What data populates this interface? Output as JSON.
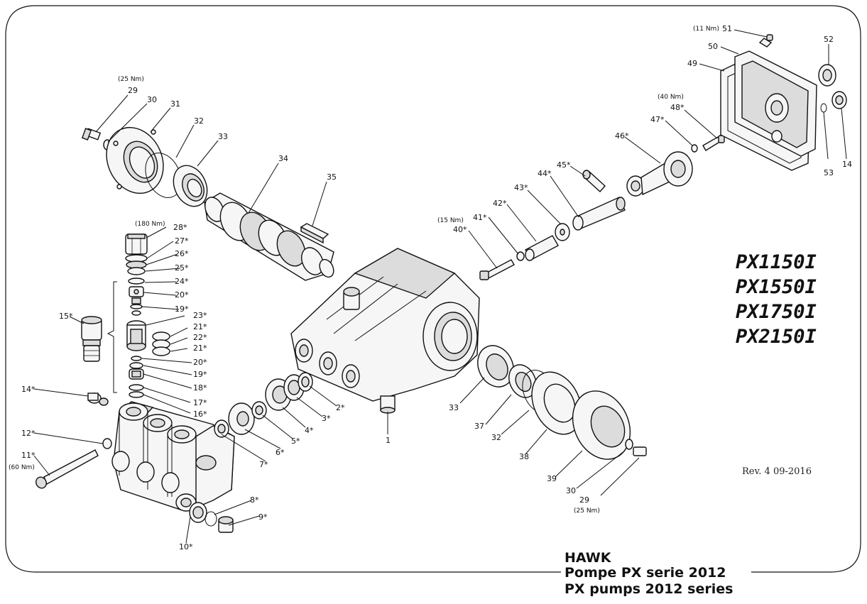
{
  "diagram": {
    "models": [
      "PX1150I",
      "PX1550I",
      "PX1750I",
      "PX2150I"
    ],
    "revision": "Rev. 4 09-2016",
    "footer": {
      "brand": "HAWK",
      "line_it": "Pompe PX serie 2012",
      "line_en": "PX pumps 2012 series"
    },
    "torques": {
      "t29_top": "(25 Nm)",
      "t28": "(180 Nm)",
      "t11": "(60 Nm)",
      "t40": "(15 Nm)",
      "t48": "(40 Nm)",
      "t51": "(11 Nm)",
      "t29_bottom": "(25 Nm)"
    },
    "labels": {
      "p29a": "29",
      "p30a": "30",
      "p31": "31",
      "p32a": "32",
      "p33a": "33",
      "p34": "34",
      "p35": "35",
      "p28": "28*",
      "p27": "27*",
      "p26": "26*",
      "p25": "25*",
      "p24": "24*",
      "p20a": "20*",
      "p19a": "19*",
      "p23": "23*",
      "p21a": "21*",
      "p22": "22*",
      "p21b": "21*",
      "p20b": "20*",
      "p19b": "19*",
      "p18": "18*",
      "p17": "17*",
      "p16": "16*",
      "p15": "15*",
      "p14a": "14*",
      "p12": "12*",
      "p11": "11*",
      "p10": "10*",
      "p9": "9*",
      "p8": "8*",
      "p7": "7*",
      "p6": "6*",
      "p5": "5*",
      "p4": "4*",
      "p3": "3*",
      "p2": "2*",
      "p1": "1",
      "p33b": "33",
      "p37": "37",
      "p32b": "32",
      "p38": "38",
      "p39": "39",
      "p30b": "30",
      "p29b": "29",
      "p40": "40*",
      "p41": "41*",
      "p42": "42*",
      "p43": "43*",
      "p44": "44*",
      "p45": "45*",
      "p46": "46*",
      "p47": "47*",
      "p48": "48*",
      "p49": "49",
      "p50": "50",
      "p51": "51",
      "p52": "52",
      "p53": "53",
      "p14b": "14"
    }
  }
}
